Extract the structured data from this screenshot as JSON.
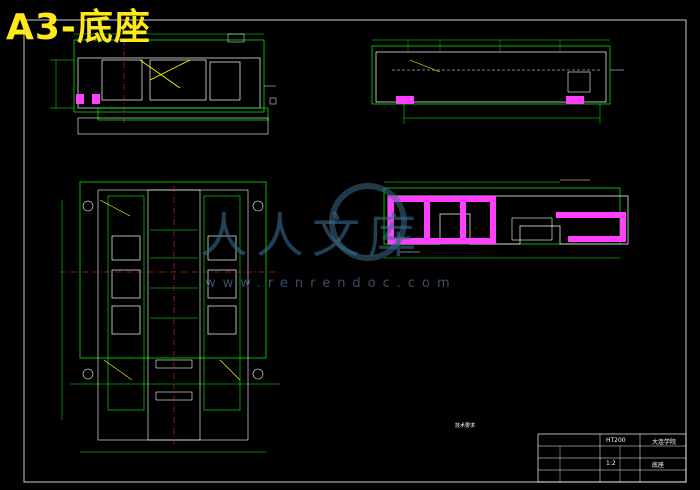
{
  "title": "A3-底座",
  "watermark": "www.renrendoc.com",
  "watermark_logo_text": "人人文库",
  "notes_heading": "技术要求",
  "title_block": {
    "part_name": "底座",
    "school": "大连学院",
    "material": "HT200",
    "scale": "1:2"
  },
  "colors": {
    "background": "#000000",
    "border": "#00ff00",
    "outline": "#ffffff",
    "dimension": "#00ff00",
    "centerline": "#ff3030",
    "hatch": "#ff40ff",
    "hidden": "#ffff00",
    "title": "#ffe81a",
    "watermark": "#3a6a8a"
  }
}
